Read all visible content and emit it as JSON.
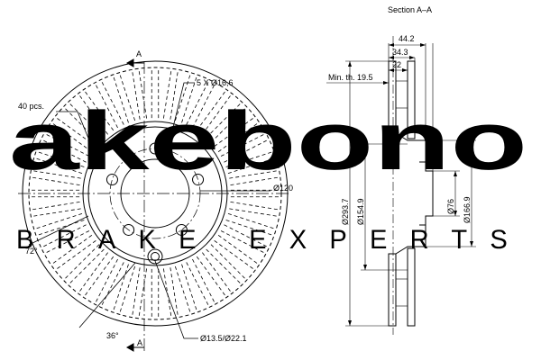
{
  "front_view": {
    "bolt_holes_label": "5 X Ø16,6",
    "vanes_label": "40 pcs.",
    "bolt_circle_label": "Ø120",
    "angle_72_label": "72°",
    "angle_36_label": "36°",
    "hole_label": "Ø13.5/Ø22.1",
    "section_mark_label": "A",
    "bolt_hole_count": 5,
    "vane_count": 40
  },
  "section_view": {
    "title": "Section A–A",
    "min_thickness_label": "Min. th. 19.5",
    "dim_44_2": "44.2",
    "dim_34_3": "34.3",
    "dim_22": "22",
    "dia_293_7": "Ø293.7",
    "dia_154_9": "Ø154.9",
    "dia_76": "Ø76",
    "dia_166_9": "Ø166.9"
  },
  "watermark": {
    "brand": "akebono",
    "tagline": "BRAKE EXPERTS",
    "color": "#d4d4d4"
  },
  "colors": {
    "ink": "#000000",
    "watermark": "#d4d4d4"
  }
}
